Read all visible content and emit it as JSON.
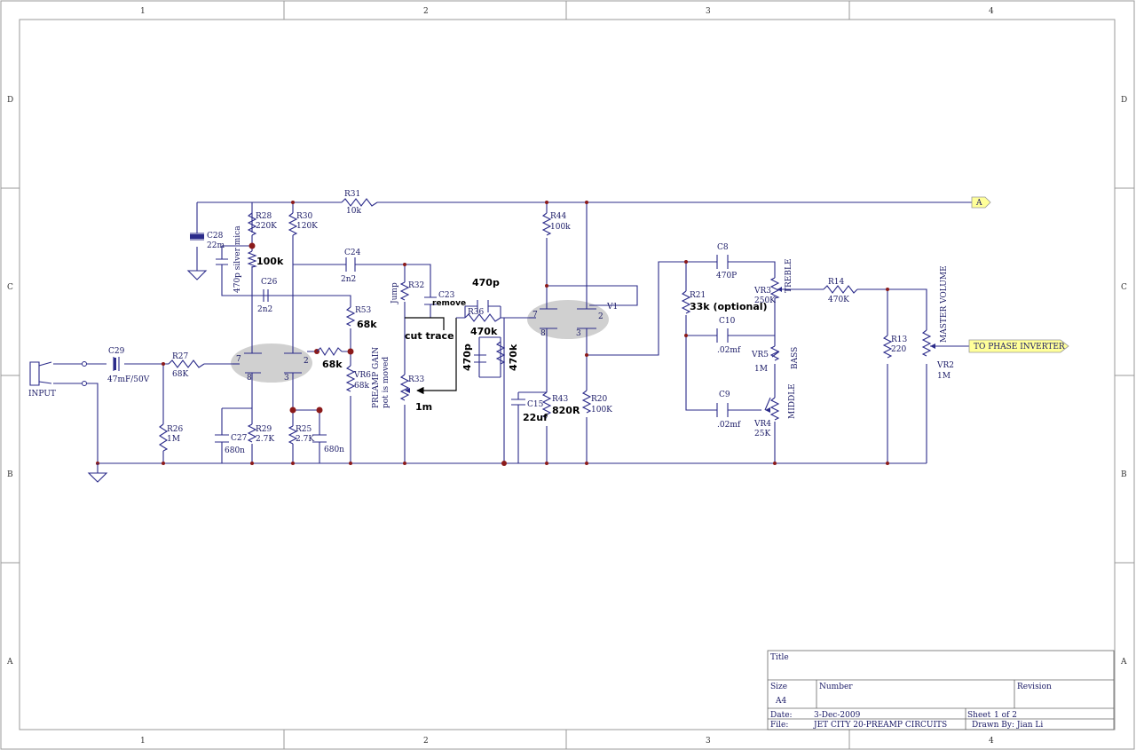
{
  "frame": {
    "columns": [
      "1",
      "2",
      "3",
      "4"
    ],
    "rows": [
      "D",
      "C",
      "B",
      "A"
    ]
  },
  "title_block": {
    "title_label": "Title",
    "size_label": "Size",
    "size_value": "A4",
    "number_label": "Number",
    "revision_label": "Revision",
    "date_label": "Date:",
    "date_value": "3-Dec-2009",
    "sheet_label": "Sheet",
    "sheet_value": "1 of 2",
    "file_label": "File:",
    "file_value": "JET CITY 20-PREAMP  CIRCUITS",
    "drawn_by": "Drawn By: Jian Li"
  },
  "labels": {
    "input": "INPUT",
    "c29": "C29",
    "c29_val": "47mF/50V",
    "r27": "R27",
    "r27_val": "68K",
    "r26": "R26",
    "r26_val": "1M",
    "c28": "C28",
    "c28_val": "22m",
    "silver_mica": "470p silver mica",
    "r28": "R28",
    "r28_val": "220K",
    "mod_100k": "100k",
    "c26": "C26",
    "c26_val": "2n2",
    "r30": "R30",
    "r30_val": "120K",
    "r31": "R31",
    "r31_val": "10k",
    "c24": "C24",
    "c24_val": "2n2",
    "r53": "R53",
    "r53_val": "68k",
    "mod_68k": "68k",
    "vr6": "VR6",
    "vr6_val": "68k",
    "pin7": "7",
    "pin2": "2",
    "pin8": "8",
    "pin3": "3",
    "c27": "C27",
    "c27_val": "680n",
    "r29": "R29",
    "r29_val": "2.7K",
    "r25": "R25",
    "r25_val": "2.7K",
    "c_680n": "680n",
    "preamp_gain": "PREAMP GAIN",
    "pot_moved": "pot is moved",
    "r32": "R32",
    "jump": "Jump",
    "c23": "C23",
    "remove": "remove",
    "cut_trace": "cut trace",
    "r33": "R33",
    "r33_val": "1m",
    "mod_470p_top": "470p",
    "r36": "R36",
    "r36_val": "470k",
    "mod_470p_v": "470p",
    "mod_470k_v": "470k",
    "r44": "R44",
    "r44_val": "100k",
    "v1": "V1",
    "c15": "C15",
    "c15_val": "22uf",
    "r43": "R43",
    "r43_val": "820R",
    "r20": "R20",
    "r20_val": "100K",
    "c8": "C8",
    "c8_val": "470P",
    "r21": "R21",
    "r21_val": "33k (optional)",
    "c10": "C10",
    "c10_val": ".02mf",
    "c9": "C9",
    "c9_val": ".02mf",
    "vr3": "VR3",
    "vr3_val": "250K",
    "treble": "TREBLE",
    "vr5": "VR5",
    "vr5_val": "1M",
    "bass": "BASS",
    "vr4": "VR4",
    "vr4_val": "25K",
    "middle": "MIDDLE",
    "r14": "R14",
    "r14_val": "470K",
    "r13": "R13",
    "r13_val": "220",
    "master_volume": "MASTER  VOLUME",
    "vr2": "VR2",
    "vr2_val": "1M",
    "net_a": "A",
    "phase_inverter": "TO PHASE INVERTER"
  },
  "colors": {
    "wire": "#2b2b8a",
    "junction": "#8b1a1a",
    "net_flag": "#ffff99"
  }
}
